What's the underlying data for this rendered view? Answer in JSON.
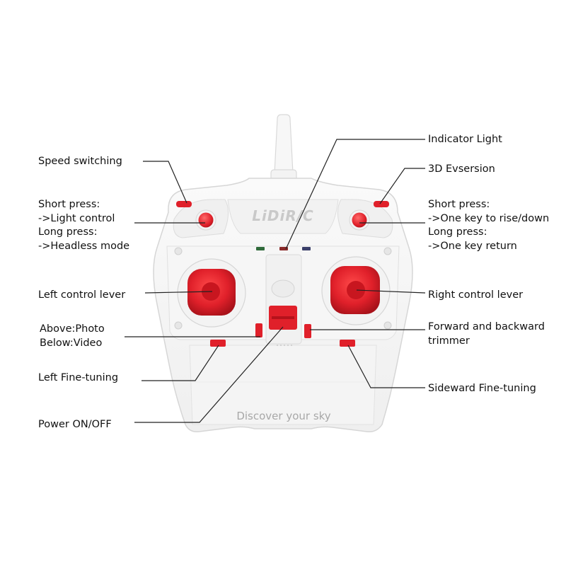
{
  "controller": {
    "logo": "LiDiR/C",
    "slogan": "Discover your sky"
  },
  "colors": {
    "accent_red": "#e0202a",
    "dark_red": "#b5121b",
    "body_white": "#f5f5f5",
    "outline_grey": "#d8d8d8",
    "leader_line": "#222222",
    "indicator_green": "#2f6a3a",
    "indicator_red": "#8a2a2a",
    "indicator_blue": "#3a3f6a"
  },
  "labels": {
    "speed_switching": "Speed switching",
    "left_button": [
      "Short press:",
      "->Light control",
      "Long press:",
      "->Headless mode"
    ],
    "left_control_lever": "Left control lever",
    "photo_video": [
      "Above:Photo",
      "Below:Video"
    ],
    "left_fine_tuning": "Left Fine-tuning",
    "power": "Power ON/OFF",
    "indicator_light": "Indicator Light",
    "evsersion_3d": "3D Evsersion",
    "right_button": [
      "Short press:",
      "->One key to rise/down",
      "Long press:",
      "->One key return"
    ],
    "right_control_lever": "Right control lever",
    "forward_backward_trimmer": [
      "Forward and backward",
      "trimmer"
    ],
    "sideward_fine_tuning": "Sideward Fine-tuning"
  }
}
